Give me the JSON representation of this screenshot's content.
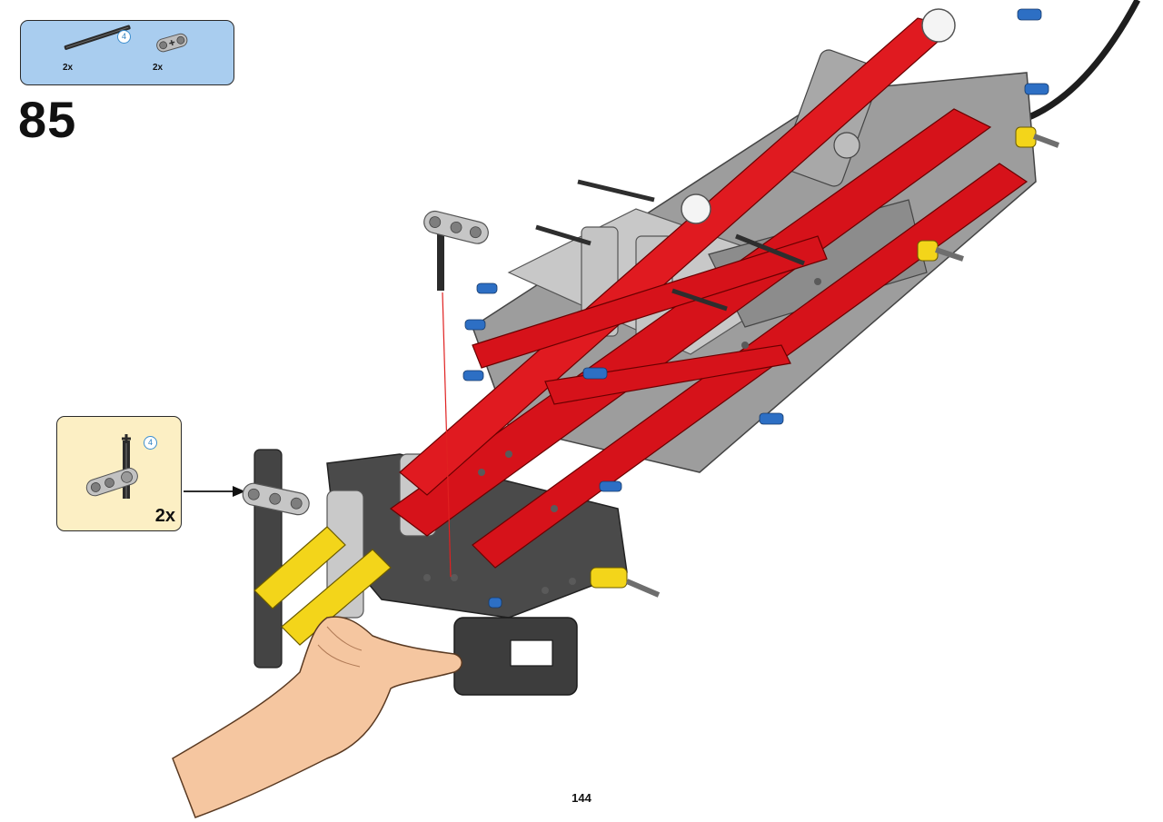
{
  "parts_list": {
    "items": [
      {
        "qty": "2x",
        "part": "black-axle",
        "length_badge": "4"
      },
      {
        "qty": "2x",
        "part": "grey-connector",
        "length_badge": ""
      }
    ]
  },
  "step": {
    "number": "85"
  },
  "callout": {
    "qty": "2x",
    "length_badge": "4"
  },
  "page": {
    "number": "144"
  },
  "colors": {
    "parts_bg": "#a9cdef",
    "callout_bg": "#fcefc4",
    "frame_red": "#d6121a",
    "beam_grey": "#bcbcbc",
    "beam_dark": "#3b3b3b",
    "beam_yellow": "#f3d51a",
    "pin_blue": "#2d6fc4",
    "hand_skin": "#f5c6a0"
  }
}
